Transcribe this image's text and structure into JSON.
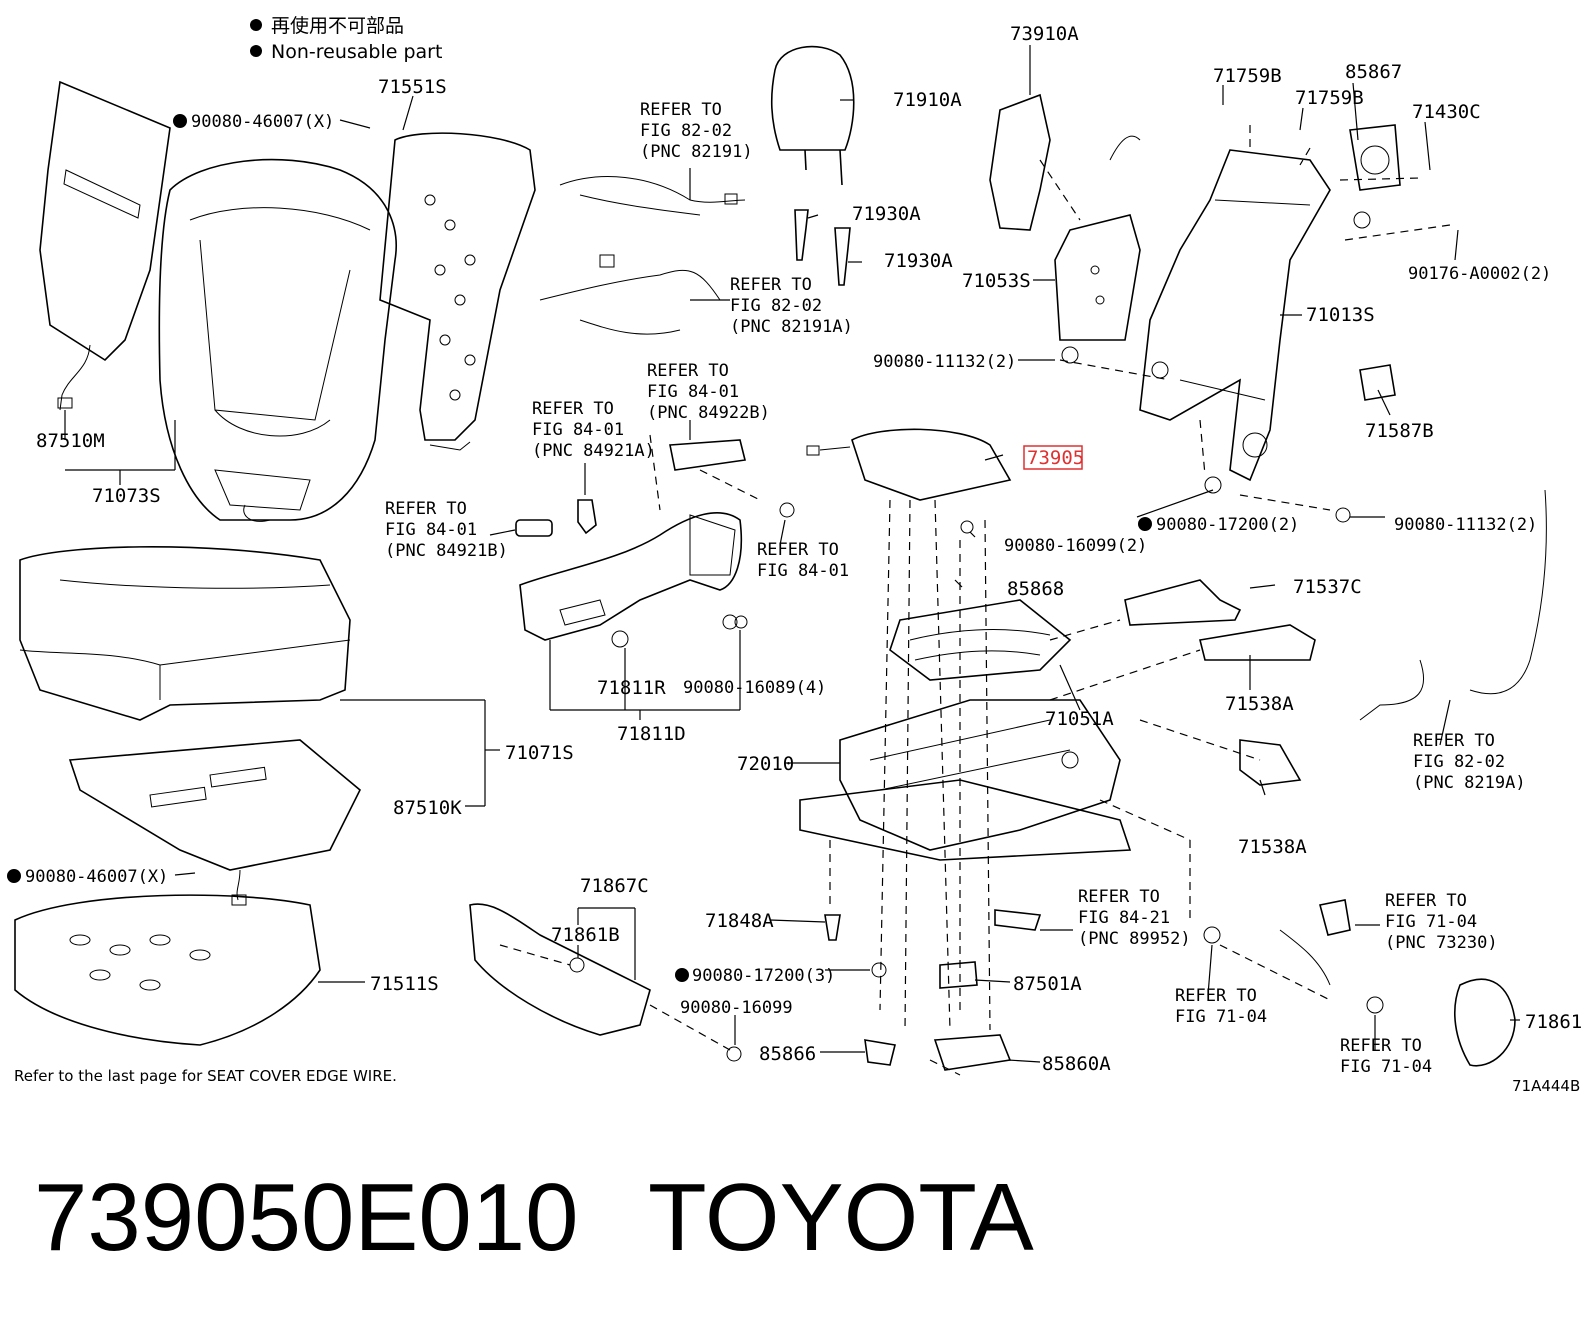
{
  "legend": {
    "japanese": "再使用不可部品",
    "english": "Non-reusable part"
  },
  "labels": {
    "p73910A": "73910A",
    "p71551S": "71551S",
    "p9008046007a": "90080-46007(X)",
    "p71910A": "71910A",
    "p71759B_1": "71759B",
    "p85867": "85867",
    "p71759B_2": "71759B",
    "p71430C": "71430C",
    "p71930A_1": "71930A",
    "p71930A_2": "71930A",
    "p71053S": "71053S",
    "p90176": "90176-A0002(2)",
    "p71013S": "71013S",
    "p9008011132a": "90080-11132(2)",
    "p71587B": "71587B",
    "p87510M": "87510M",
    "p71073S": "71073S",
    "p73905": "73905",
    "p9008017200a": "90080-17200(2)",
    "p9008011132b": "90080-11132(2)",
    "p9008016099a": "90080-16099(2)",
    "p85868": "85868",
    "p71537C": "71537C",
    "p71538A_1": "71538A",
    "p71051A": "71051A",
    "p71811R": "71811R",
    "p9008016089": "90080-16089(4)",
    "p71811D": "71811D",
    "p71071S": "71071S",
    "p72010": "72010",
    "p87510K": "87510K",
    "p71538A_2": "71538A",
    "p9008046007b": "90080-46007(X)",
    "p71867C": "71867C",
    "p71861B": "71861B",
    "p71848A": "71848A",
    "p71511S": "71511S",
    "p9008017200b": "90080-17200(3)",
    "p87501A": "87501A",
    "p9008016099b": "90080-16099",
    "p85866": "85866",
    "p85860A": "85860A",
    "p71861": "71861",
    "diagram_code": "71A444B"
  },
  "refers": {
    "r1": [
      "REFER TO",
      "FIG 82-02",
      "(PNC 82191)"
    ],
    "r2": [
      "REFER TO",
      "FIG 82-02",
      "(PNC 82191A)"
    ],
    "r3": [
      "REFER TO",
      "FIG 84-01",
      "(PNC 84922B)"
    ],
    "r4": [
      "REFER TO",
      "FIG 84-01",
      "(PNC 84921A)"
    ],
    "r5": [
      "REFER TO",
      "FIG 84-01",
      "(PNC 84921B)"
    ],
    "r6": [
      "REFER TO",
      "FIG 84-01"
    ],
    "r7": [
      "REFER TO",
      "FIG 82-02",
      "(PNC 8219A)"
    ],
    "r8": [
      "REFER TO",
      "FIG 84-21",
      "(PNC 89952)"
    ],
    "r9": [
      "REFER TO",
      "FIG 71-04",
      "(PNC 73230)"
    ],
    "r10": [
      "REFER TO",
      "FIG 71-04"
    ],
    "r11": [
      "REFER TO",
      "FIG 71-04"
    ]
  },
  "footnote": "Refer to the last page for SEAT COVER EDGE WIRE.",
  "caption": {
    "part_number": "739050E010",
    "brand": "TOYOTA"
  },
  "colors": {
    "highlight": "#e03030",
    "ink": "#000000"
  }
}
